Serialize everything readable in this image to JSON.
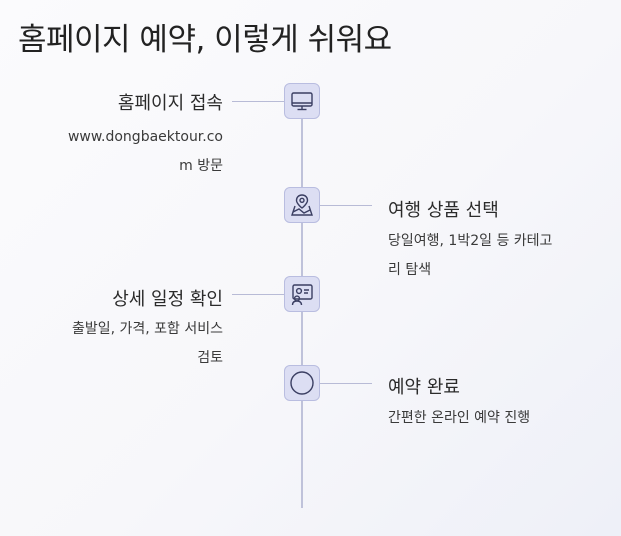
{
  "title": "홈페이지 예약, 이렇게 쉬워요",
  "steps": [
    {
      "icon": "monitor-icon",
      "title": "홈페이지 접속",
      "desc_line1": "www.dongbaektour.co",
      "desc_line2": "m 방문"
    },
    {
      "icon": "map-pin-icon",
      "title": "여행 상품 선택",
      "desc_line1": "당일여행, 1박2일 등 카테고",
      "desc_line2": "리 탐색"
    },
    {
      "icon": "id-card-icon",
      "title": "상세 일정 확인",
      "desc_line1": "출발일, 가격, 포함 서비스",
      "desc_line2": "검토"
    },
    {
      "icon": "circle-icon",
      "title": "예약 완료",
      "desc_line1": "간편한 온라인 예약 진행"
    }
  ],
  "colors": {
    "axis": "#bfc2da",
    "node_fill": "#dcdef3",
    "node_border": "#b9bde0",
    "icon_stroke": "#3b3f63"
  }
}
